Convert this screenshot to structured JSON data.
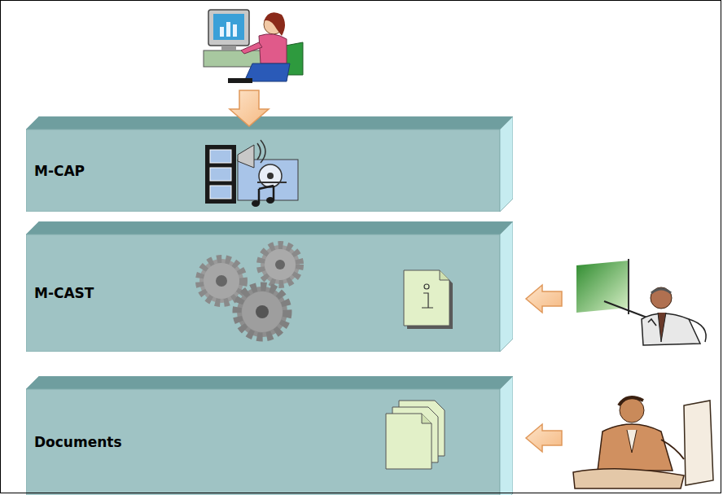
{
  "diagram": {
    "nodes": [
      {
        "text": [
          "M-CAP"
        ]
      },
      {
        "text": [
          "M-CAST"
        ]
      },
      {
        "text": [
          "Documents"
        ]
      }
    ]
  }
}
